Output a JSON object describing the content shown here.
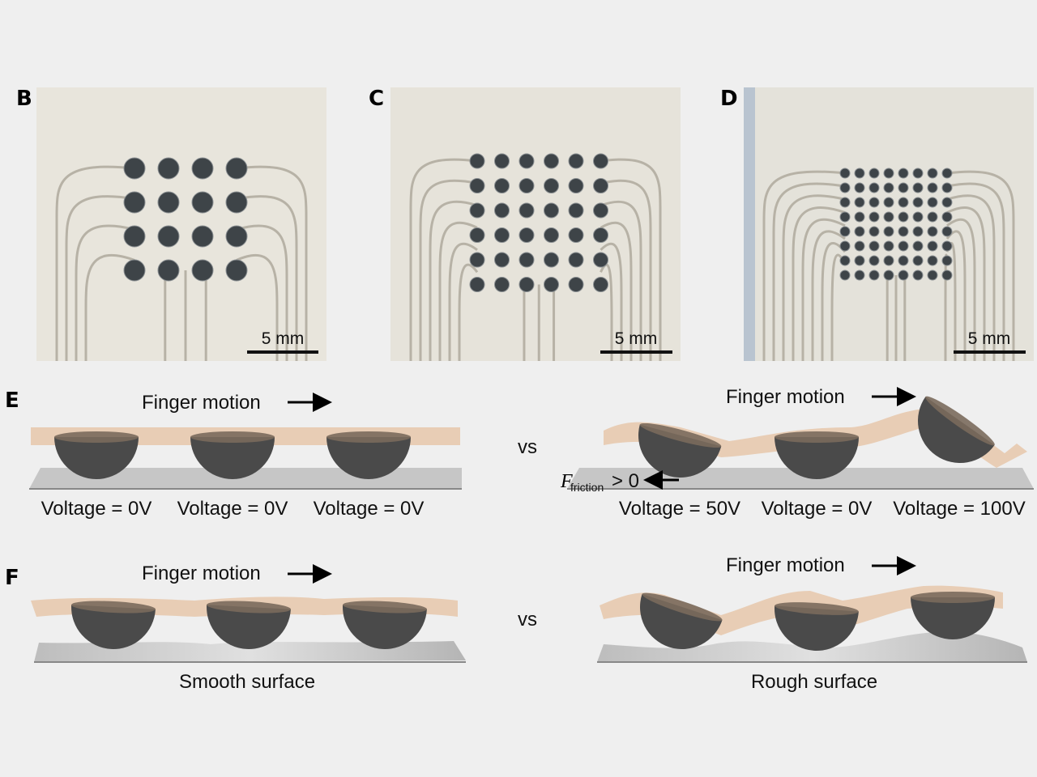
{
  "panels": {
    "B": {
      "label": "B",
      "scale_bar": "5 mm",
      "electrode_grid": 4
    },
    "C": {
      "label": "C",
      "scale_bar": "5 mm",
      "electrode_grid": 6
    },
    "D": {
      "label": "D",
      "scale_bar": "5 mm",
      "electrode_grid": 8
    }
  },
  "panel_E": {
    "label": "E",
    "vs": "vs",
    "left": {
      "motion": "Finger motion",
      "voltages": [
        "Voltage = 0V",
        "Voltage = 0V",
        "Voltage = 0V"
      ]
    },
    "right": {
      "motion": "Finger motion",
      "voltages": [
        "Voltage = 50V",
        "Voltage = 0V",
        "Voltage = 100V"
      ],
      "friction_symbol": "F",
      "friction_sub": "friction",
      "friction_rel": "> 0"
    }
  },
  "panel_F": {
    "label": "F",
    "vs": "vs",
    "left": {
      "motion": "Finger motion",
      "caption": "Smooth surface"
    },
    "right": {
      "motion": "Finger motion",
      "caption": "Rough surface"
    }
  },
  "colors": {
    "background": "#efefef",
    "skin": "#e8cdb5",
    "hemisphere": "#4a4a4a",
    "base": "#c8c8c8",
    "photo": "#e9e6dc"
  }
}
